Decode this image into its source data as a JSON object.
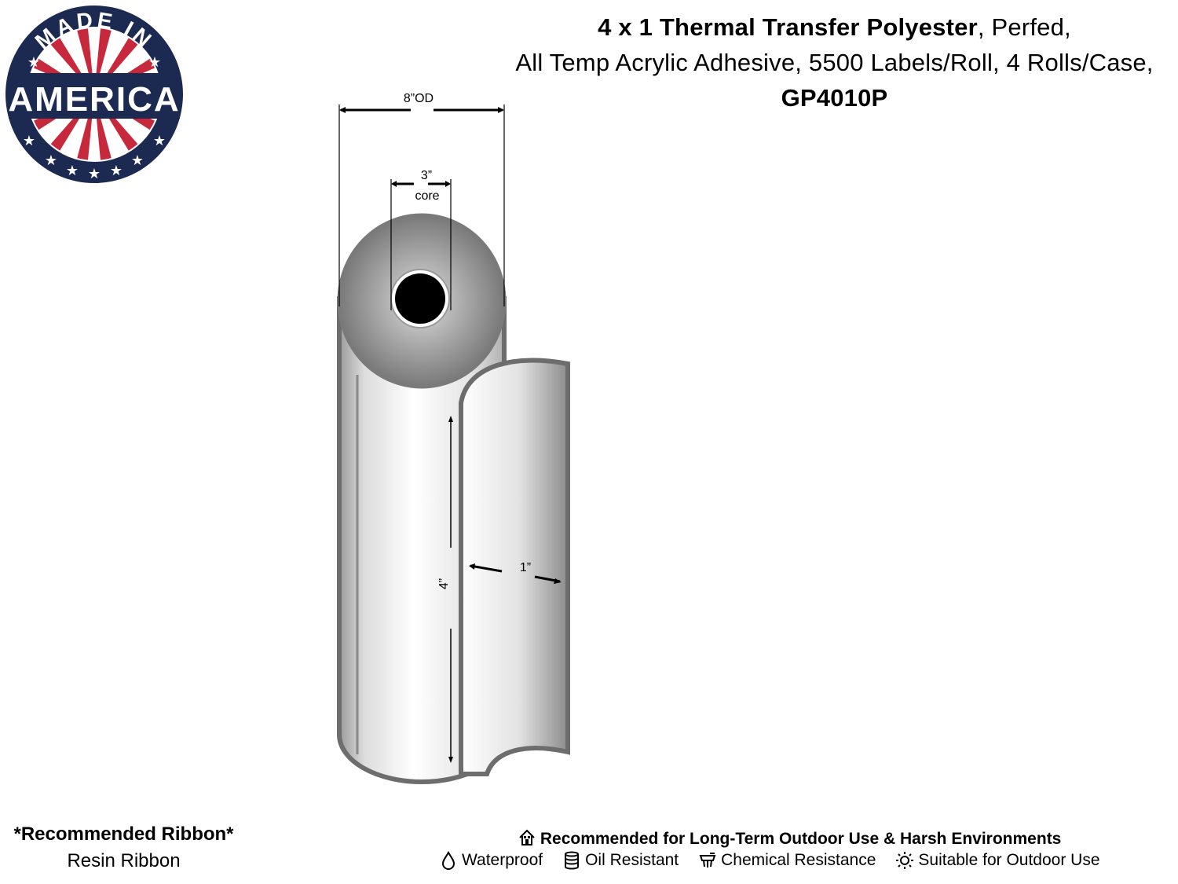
{
  "badge": {
    "top_text": "MADE IN",
    "main_text": "AMERICA"
  },
  "title": {
    "part1_bold": "4 x 1 Thermal Transfer Polyester",
    "part1_rest": ", Perfed,",
    "line2": "All Temp Acrylic Adhesive, 5500 Labels/Roll, 4 Rolls/Case,",
    "sku": "GP4010P"
  },
  "diagram": {
    "od_label": "8”OD",
    "core_label_1": "3”",
    "core_label_2": "core",
    "height_label": "4”",
    "width_label": "1”"
  },
  "ribbon": {
    "title": "*Recommended Ribbon*",
    "value": "Resin Ribbon"
  },
  "recommendation": "Recommended for Long-Term Outdoor Use & Harsh Environments",
  "features": [
    {
      "label": "Waterproof",
      "icon": "droplet-icon"
    },
    {
      "label": "Oil Resistant",
      "icon": "oil-barrels-icon"
    },
    {
      "label": "Chemical Resistance",
      "icon": "chemical-icon"
    },
    {
      "label": "Suitable for Outdoor Use",
      "icon": "sun-icon"
    }
  ],
  "colors": {
    "navy": "#1c2a52",
    "red": "#c8283c",
    "roll_gray": "#8e8e8e"
  }
}
